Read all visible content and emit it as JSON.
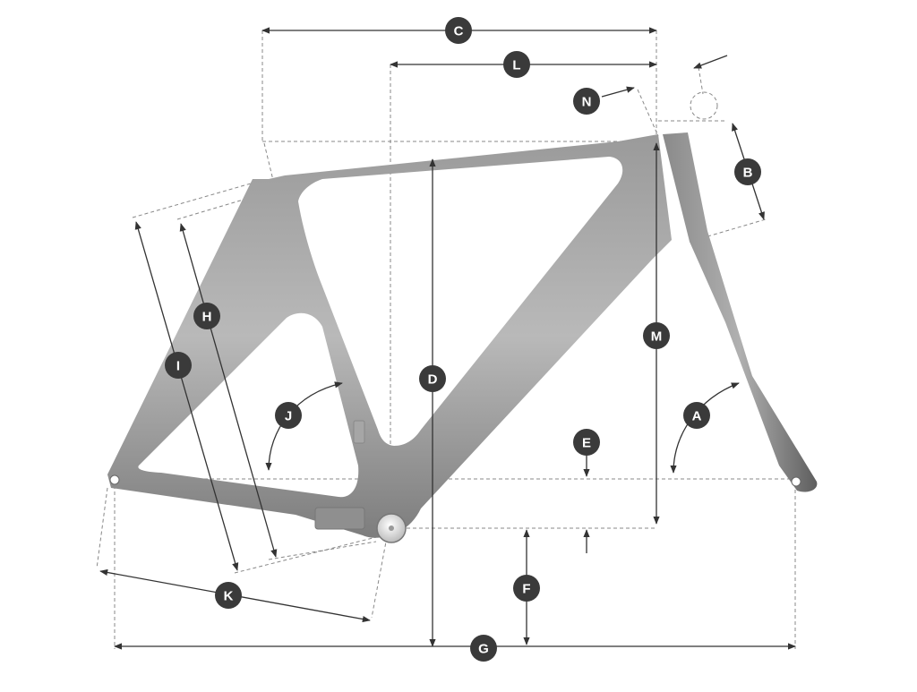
{
  "diagram": {
    "labels": {
      "A": "A",
      "B": "B",
      "C": "C",
      "D": "D",
      "E": "E",
      "F": "F",
      "G": "G",
      "H": "H",
      "I": "I",
      "J": "J",
      "K": "K",
      "L": "L",
      "M": "M",
      "N": "N"
    },
    "colors": {
      "frame_light": "#bfbfbf",
      "frame_dark": "#6e6e6e",
      "badge": "#3a3a3a",
      "line": "#333333",
      "dashed": "#888888"
    }
  }
}
